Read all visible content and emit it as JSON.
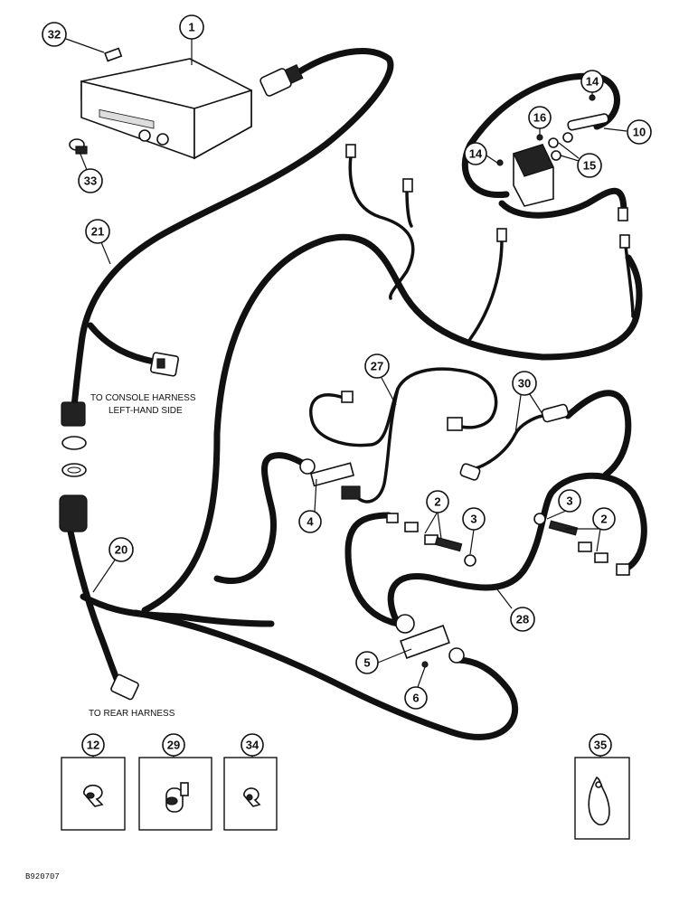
{
  "callouts": {
    "c1": "1",
    "c2a": "2",
    "c2b": "2",
    "c3a": "3",
    "c3b": "3",
    "c4": "4",
    "c5": "5",
    "c6": "6",
    "c10": "10",
    "c12": "12",
    "c14a": "14",
    "c14b": "14",
    "c15": "15",
    "c16": "16",
    "c20": "20",
    "c21": "21",
    "c27": "27",
    "c28": "28",
    "c29": "29",
    "c30": "30",
    "c32": "32",
    "c33": "33",
    "c34": "34",
    "c35": "35"
  },
  "notes": {
    "console_line1": "TO CONSOLE HARNESS",
    "console_line2": "LEFT-HAND SIDE",
    "rear": "TO REAR HARNESS"
  },
  "figure_id": "B920707"
}
